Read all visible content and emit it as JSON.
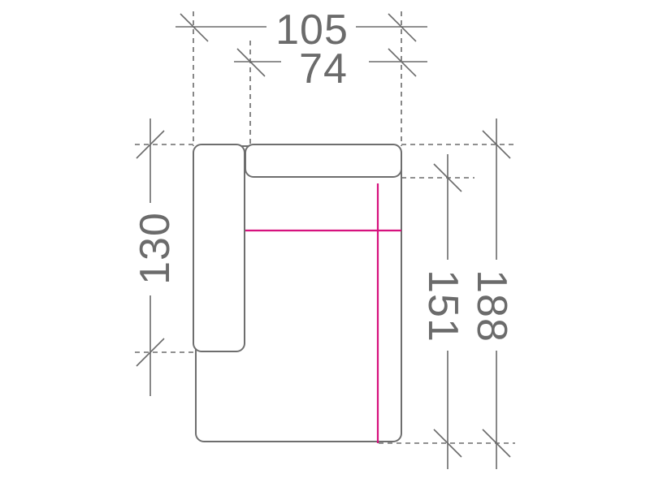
{
  "dimensions": {
    "overall_width": "105",
    "seat_width": "74",
    "backrest_height": "130",
    "seat_depth": "151",
    "overall_depth": "188"
  },
  "colors": {
    "line": "#6b6b6b",
    "accent": "#d6127e"
  }
}
